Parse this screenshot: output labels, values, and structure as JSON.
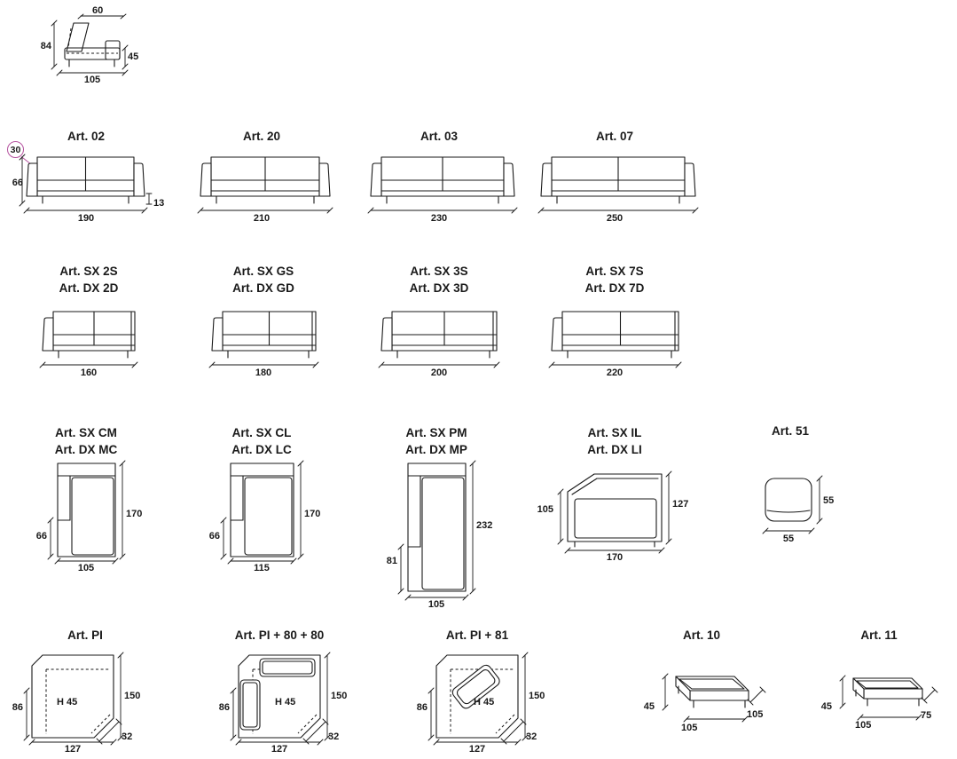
{
  "sheet": {
    "accent": "#b4509e",
    "ink": "#1a1a1a"
  },
  "side_view": {
    "dim_top": "60",
    "dim_left": "84",
    "dim_right": "45",
    "dim_bottom": "105"
  },
  "sofas": {
    "items": [
      {
        "label": "Art. 02",
        "dim_width": "190",
        "dim_height": "66",
        "dim_leg": "13",
        "dim_back": "30"
      },
      {
        "label": "Art. 20",
        "dim_width": "210"
      },
      {
        "label": "Art. 03",
        "dim_width": "230"
      },
      {
        "label": "Art. 07",
        "dim_width": "250"
      }
    ]
  },
  "one_arm": {
    "items": [
      {
        "label_sx": "Art. SX 2S",
        "label_dx": "Art. DX 2D",
        "dim_width": "160"
      },
      {
        "label_sx": "Art. SX GS",
        "label_dx": "Art. DX GD",
        "dim_width": "180"
      },
      {
        "label_sx": "Art. SX 3S",
        "label_dx": "Art. DX 3D",
        "dim_width": "200"
      },
      {
        "label_sx": "Art. SX 7S",
        "label_dx": "Art. DX 7D",
        "dim_width": "220"
      }
    ]
  },
  "chaise": {
    "items": [
      {
        "label_sx": "Art. SX CM",
        "label_dx": "Art. DX MC",
        "dim_depth": "170",
        "dim_left": "66",
        "dim_width": "105"
      },
      {
        "label_sx": "Art. SX CL",
        "label_dx": "Art. DX LC",
        "dim_depth": "170",
        "dim_left": "66",
        "dim_width": "115"
      },
      {
        "label_sx": "Art. SX PM",
        "label_dx": "Art. DX MP",
        "dim_depth": "232",
        "dim_left": "81",
        "dim_width": "105"
      },
      {
        "label_sx": "Art. SX IL",
        "label_dx": "Art. DX LI",
        "dim_left": "105",
        "dim_right": "127",
        "dim_width": "170"
      }
    ]
  },
  "pouf": {
    "label": "Art. 51",
    "dim_right": "55",
    "dim_width": "55"
  },
  "corners": {
    "items": [
      {
        "label": "Art. PI",
        "dim_left": "86",
        "dim_inner": "H 45",
        "dim_right": "150",
        "dim_width": "127",
        "dim_diag": "32"
      },
      {
        "label": "Art. PI + 80 + 80",
        "dim_left": "86",
        "dim_inner": "H 45",
        "dim_right": "150",
        "dim_width": "127",
        "dim_diag": "32"
      },
      {
        "label": "Art. PI + 81",
        "dim_left": "86",
        "dim_inner": "H 45",
        "dim_right": "150",
        "dim_width": "127",
        "dim_diag": "32"
      }
    ]
  },
  "ottomans": {
    "items": [
      {
        "label": "Art. 10",
        "dim_height": "45",
        "dim_depth": "105",
        "dim_width": "105"
      },
      {
        "label": "Art. 11",
        "dim_height": "45",
        "dim_depth": "75",
        "dim_width": "105"
      }
    ]
  }
}
